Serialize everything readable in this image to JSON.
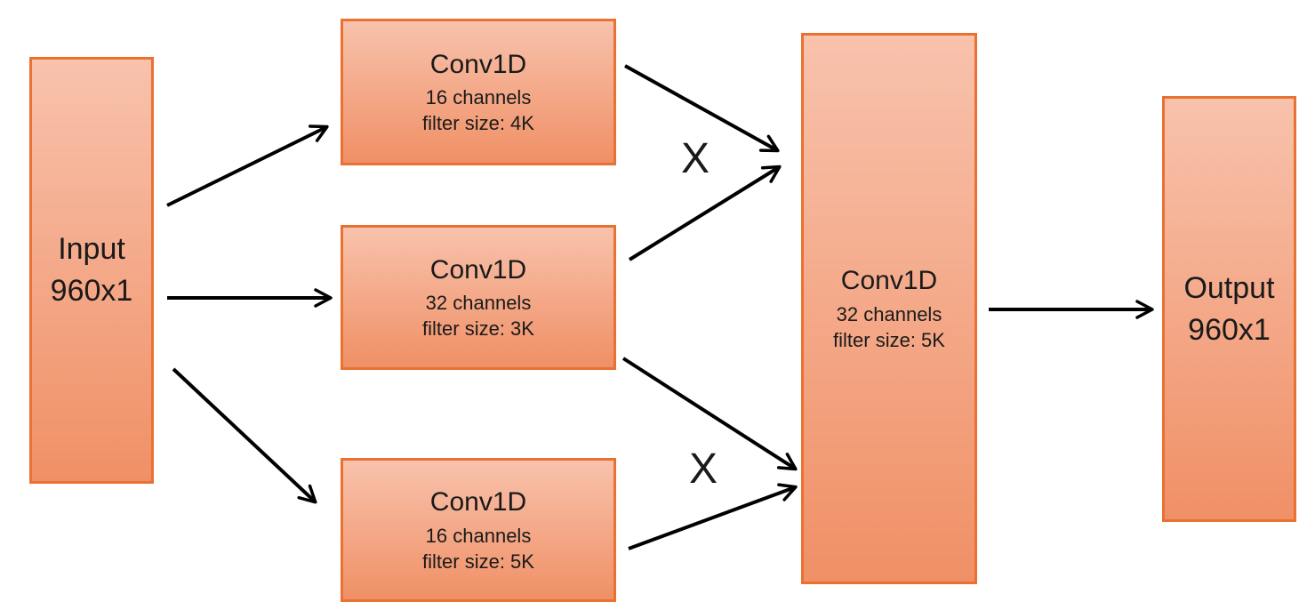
{
  "diagram": {
    "type": "neural-network-architecture",
    "colors": {
      "bg": "#FFFFFF",
      "fill_top": "#F8C2AC",
      "fill_bottom": "#F09066",
      "border": "#E97132",
      "text": "#1A1A1A",
      "arrow": "#000000"
    },
    "nodes": {
      "input": {
        "line1": "Input",
        "line2": "960x1"
      },
      "conv_branch_top": {
        "title": "Conv1D",
        "detail1": "16 channels",
        "detail2": "filter size: 4K"
      },
      "conv_branch_mid": {
        "title": "Conv1D",
        "detail1": "32 channels",
        "detail2": "filter size: 3K"
      },
      "conv_branch_bottom": {
        "title": "Conv1D",
        "detail1": "16 channels",
        "detail2": "filter size: 5K"
      },
      "conv_merge": {
        "title": "Conv1D",
        "detail1": "32 channels",
        "detail2": "filter size: 5K"
      },
      "output": {
        "line1": "Output",
        "line2": "960x1"
      }
    },
    "operators": {
      "multiply_top": "X",
      "multiply_bottom": "X"
    },
    "edges": [
      {
        "from": "input",
        "to": "conv_branch_top"
      },
      {
        "from": "input",
        "to": "conv_branch_mid"
      },
      {
        "from": "input",
        "to": "conv_branch_bottom"
      },
      {
        "from": "conv_branch_top",
        "to": "conv_merge",
        "junction_label": "X"
      },
      {
        "from": "conv_branch_mid",
        "to": "conv_merge",
        "junction_label": "X"
      },
      {
        "from": "conv_branch_mid",
        "to": "conv_merge",
        "junction_label": "X"
      },
      {
        "from": "conv_branch_bottom",
        "to": "conv_merge",
        "junction_label": "X"
      },
      {
        "from": "conv_merge",
        "to": "output"
      }
    ]
  }
}
